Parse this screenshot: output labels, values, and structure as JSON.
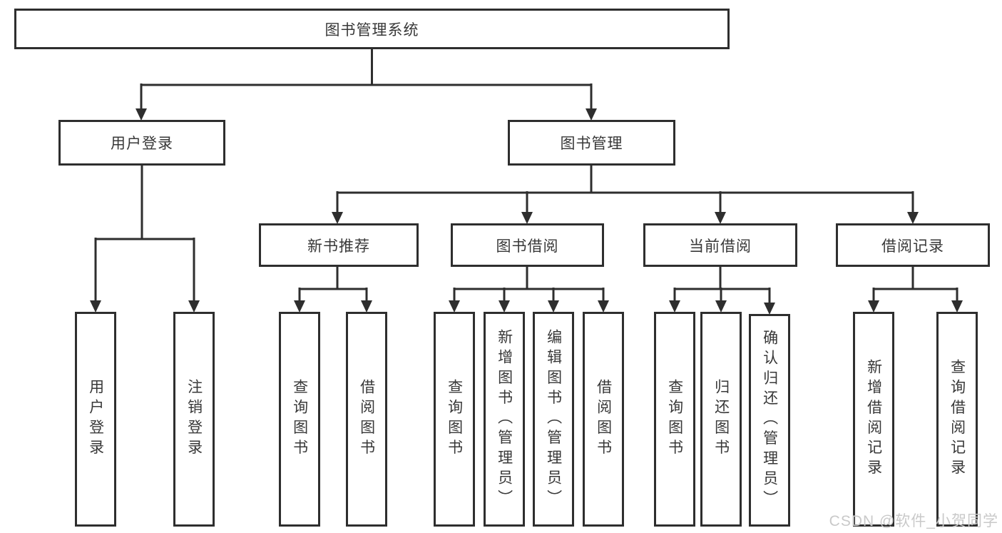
{
  "tree": {
    "root": {
      "label": "图书管理系统"
    },
    "branches": [
      {
        "label": "用户登录",
        "children": [
          {
            "label": "用户登录"
          },
          {
            "label": "注销登录"
          }
        ]
      },
      {
        "label": "图书管理",
        "children": [
          {
            "label": "新书推荐",
            "children": [
              {
                "label": "查询图书"
              },
              {
                "label": "借阅图书"
              }
            ]
          },
          {
            "label": "图书借阅",
            "children": [
              {
                "label": "查询图书"
              },
              {
                "label": "新增图书（管理员）"
              },
              {
                "label": "编辑图书（管理员）"
              },
              {
                "label": "借阅图书"
              }
            ]
          },
          {
            "label": "当前借阅",
            "children": [
              {
                "label": "查询图书"
              },
              {
                "label": "归还图书"
              },
              {
                "label": "确认归还（管理员）"
              }
            ]
          },
          {
            "label": "借阅记录",
            "children": [
              {
                "label": "新增借阅记录"
              },
              {
                "label": "查询借阅记录"
              }
            ]
          }
        ]
      }
    ]
  },
  "watermark": {
    "text": "CSDN @软件_小贺同学"
  },
  "colors": {
    "line": "#2e2e2e",
    "text": "#383838",
    "background": "#ffffff",
    "watermark": "#c9c9c9"
  }
}
